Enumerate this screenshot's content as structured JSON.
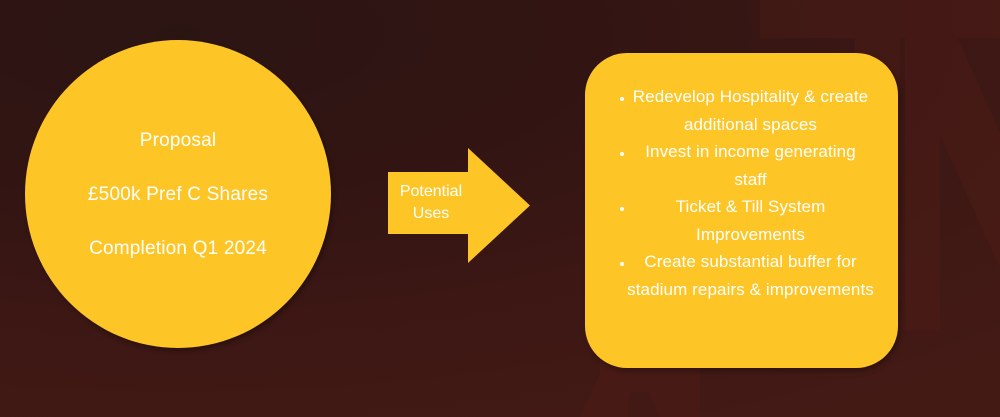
{
  "slide": {
    "background_color_top_left": "#2b1513",
    "background_color_bottom_right": "#441a15",
    "accent_color": "#fdc526",
    "text_color": "#ffffff",
    "watermark_color": "#5a2018"
  },
  "proposal_circle": {
    "name": "proposal-circle",
    "lines": [
      "Proposal",
      "£500k Pref C Shares",
      "Completion Q1 2024"
    ]
  },
  "arrow": {
    "name": "potential-uses-arrow",
    "direction": "right",
    "label_lines": [
      "Potential",
      "Uses"
    ]
  },
  "uses_box": {
    "name": "potential-uses-box",
    "items": [
      "Redevelop Hospitality & create additional spaces",
      "Invest in income generating staff",
      "Ticket & Till System Improvements",
      "Create substantial buffer for stadium repairs & improvements"
    ]
  }
}
